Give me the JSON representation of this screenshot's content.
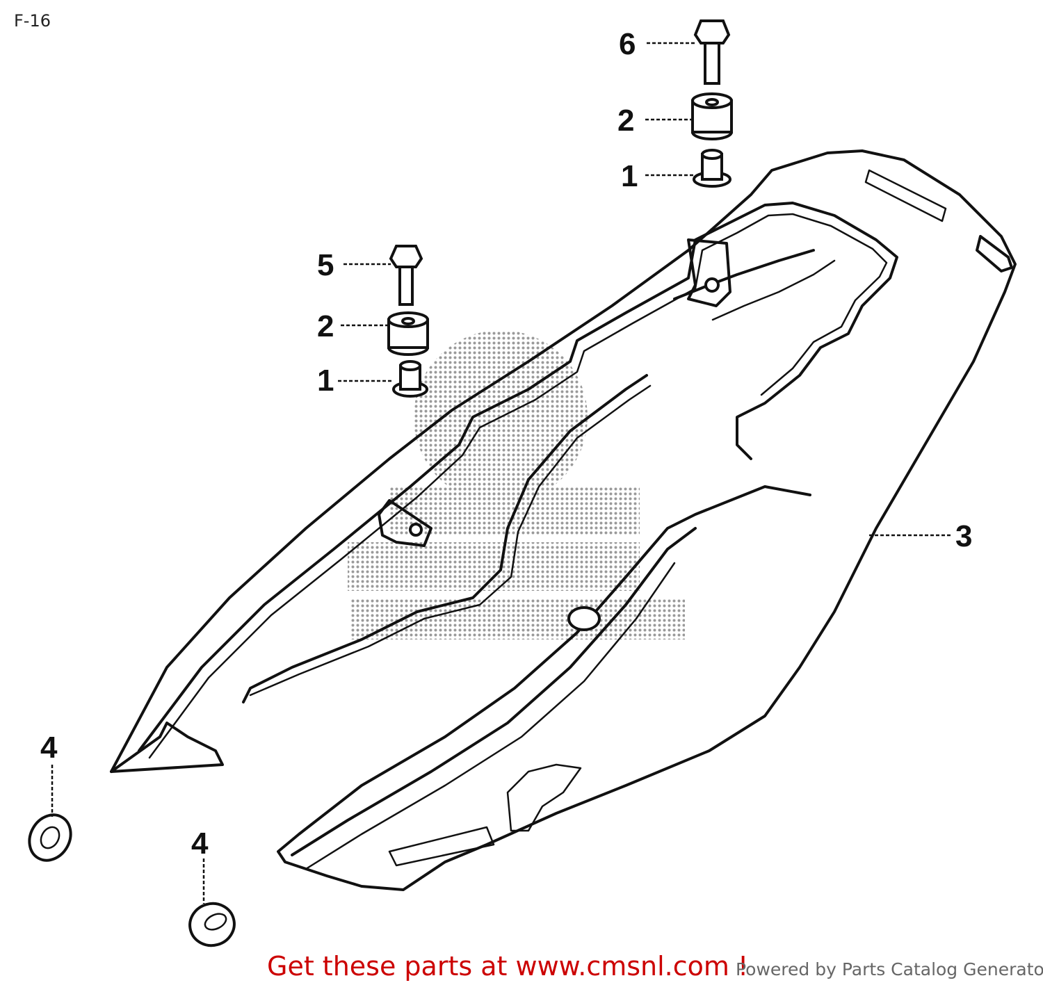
{
  "diagram": {
    "title": "F-16",
    "callouts": [
      "1",
      "2",
      "3",
      "4",
      "5",
      "6"
    ]
  },
  "footer": {
    "cta": "Get these parts at www.cmsnl.com !",
    "powered": "Powered by Parts Catalog Generator"
  },
  "colors": {
    "cta": "#cc0000",
    "powered": "#666666",
    "line": "#111111"
  }
}
